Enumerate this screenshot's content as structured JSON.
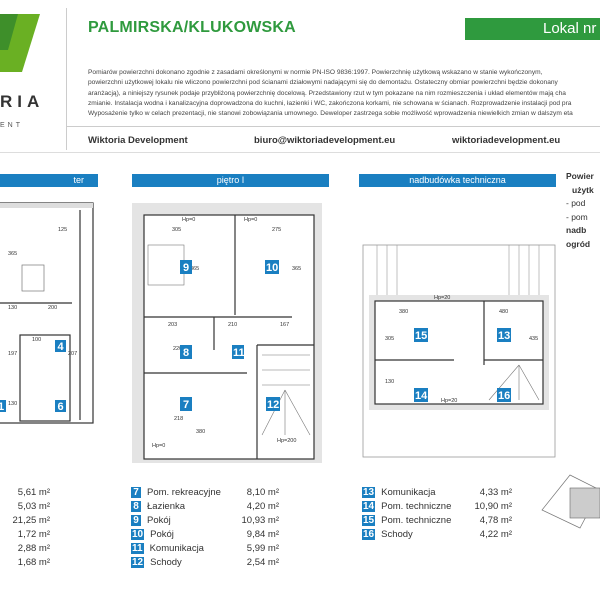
{
  "logo": {
    "text": "RIA",
    "subtext": "ENT",
    "color": "#6ab023"
  },
  "header": {
    "title": "PALMIRSKA/KLUKOWSKA",
    "lokal_label": "Lokal nr"
  },
  "disclaimer": [
    "Pomiarów powierzchni dokonano zgodnie z zasadami określonymi w normie PN-ISO 9836:1997. Powierzchnię użytkową wskazano w stanie wykończonym, ",
    "powierzchni użytkowej lokalu nie wliczono powierzchni pod ścianami działowymi nadającymi się do demontażu. Ostateczny obmiar powierzchni będzie dokonany",
    "aranżacją), a niniejszy rysunek podaje przybliżoną powierzchnię docelową. Przedstawiony rzut w tym pokazane na nim rozmieszczenia i układ elementów mają cha",
    "zmianie. Instalacja wodna i kanalizacyjna doprowadzona do kuchni, łazienki i WC, zakończona korkami, nie schowana w ścianach. Rozprowadzenie instalacji pod pra",
    "Wyposażenie tylko w celach prezentacji, nie stanowi zobowiązania umownego. Deweloper zastrzega sobie możliwość wprowadzenia niewielkich zmian w dalszym eta"
  ],
  "contacts": {
    "company": "Wiktoria Development",
    "email": "biuro@wiktoriadevelopment.eu",
    "website": "wiktoriadevelopment.eu"
  },
  "floors": [
    {
      "label": "ter"
    },
    {
      "label": "piętro I"
    },
    {
      "label": "nadbudówka techniczna"
    }
  ],
  "summary": {
    "lines": [
      "Powier",
      "użytk",
      "- pod",
      "- pom",
      "nadb",
      "ogród"
    ]
  },
  "plan_labels": {
    "ground": {
      "dims": [
        "125",
        "365",
        "130",
        "200",
        "197",
        "100",
        "207",
        "130"
      ],
      "rooms": [
        "4",
        "6",
        "1"
      ]
    },
    "first": {
      "dims": [
        "Hp=0",
        "305",
        "Hp=0",
        "275",
        "365",
        "365",
        "203",
        "220",
        "210",
        "167",
        "218",
        "380",
        "Hp=0",
        "Hp=200"
      ],
      "rooms": [
        "9",
        "10",
        "8",
        "11",
        "7",
        "12"
      ]
    },
    "tech": {
      "dims": [
        "Hp=20",
        "380",
        "480",
        "305",
        "130",
        "Hp=20",
        "435"
      ],
      "rooms": [
        "15",
        "13",
        "14",
        "16"
      ]
    }
  },
  "table_ground": {
    "values": [
      "5,61 m²",
      "5,03 m²",
      "21,25 m²",
      "1,72 m²",
      "2,88 m²",
      "1,68 m²"
    ]
  },
  "table_first": [
    {
      "num": "7",
      "name": "Pom. rekreacyjne",
      "area": "8,10 m²"
    },
    {
      "num": "8",
      "name": "Łazienka",
      "area": "4,20 m²"
    },
    {
      "num": "9",
      "name": "Pokój",
      "area": "10,93 m²"
    },
    {
      "num": "10",
      "name": "Pokój",
      "area": "9,84 m²"
    },
    {
      "num": "11",
      "name": "Komunikacja",
      "area": "5,99 m²"
    },
    {
      "num": "12",
      "name": "Schody",
      "area": "2,54 m²"
    }
  ],
  "table_tech": [
    {
      "num": "13",
      "name": "Komunikacja",
      "area": "4,33 m²"
    },
    {
      "num": "14",
      "name": "Pom. techniczne",
      "area": "10,90 m²"
    },
    {
      "num": "15",
      "name": "Pom. techniczne",
      "area": "4,78 m²"
    },
    {
      "num": "16",
      "name": "Schody",
      "area": "4,22 m²"
    }
  ],
  "colors": {
    "green": "#2f9a3e",
    "blue": "#1a7fc1"
  }
}
